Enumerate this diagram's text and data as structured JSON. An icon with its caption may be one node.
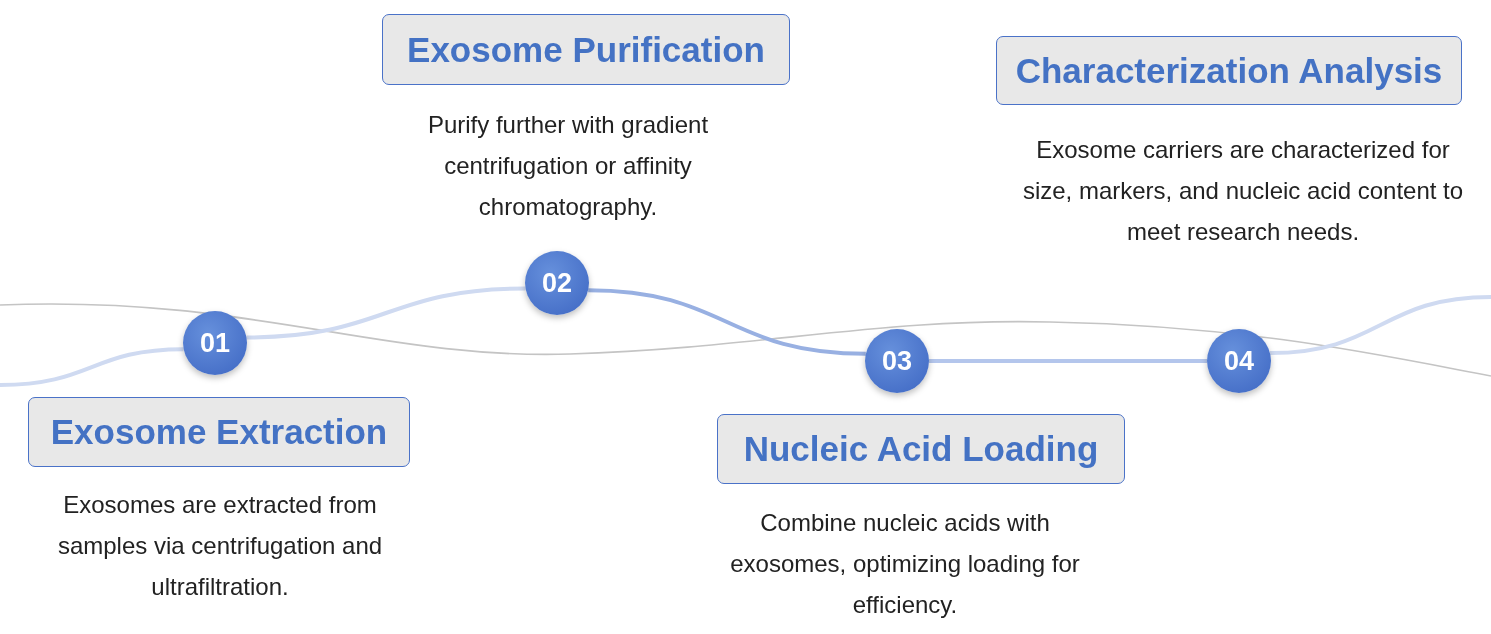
{
  "diagram": {
    "nodes": [
      {
        "text": [
          "01"
        ]
      },
      {
        "text": [
          "02"
        ]
      },
      {
        "text": [
          "03"
        ]
      },
      {
        "text": [
          "04"
        ]
      },
      {
        "text": [
          "Exosome Extraction"
        ],
        "beside": [
          "Exosomes are extracted from samples via centrifugation and ultrafiltration."
        ]
      },
      {
        "text": [
          "Exosome Purification"
        ],
        "beside": [
          "Purify further with gradient centrifugation or affinity chromatography."
        ]
      },
      {
        "text": [
          "Nucleic Acid Loading"
        ],
        "beside": [
          "Combine nucleic acids with exosomes, optimizing loading for efficiency."
        ]
      },
      {
        "text": [
          "Characterization Analysis"
        ],
        "beside": [
          "Exosome carriers are characterized for size, markers, and nucleic acid content to meet research needs."
        ]
      }
    ],
    "edges": [
      {
        "from": null,
        "to": 0,
        "arrow": "none"
      },
      {
        "from": 0,
        "to": 1,
        "arrow": "none"
      },
      {
        "from": 1,
        "to": 2,
        "arrow": "none",
        "color": "#98b0e2"
      },
      {
        "from": 2,
        "to": 3,
        "arrow": "none",
        "color": "#b4c6ec"
      },
      {
        "from": 3,
        "to": null,
        "arrow": "none"
      }
    ]
  }
}
